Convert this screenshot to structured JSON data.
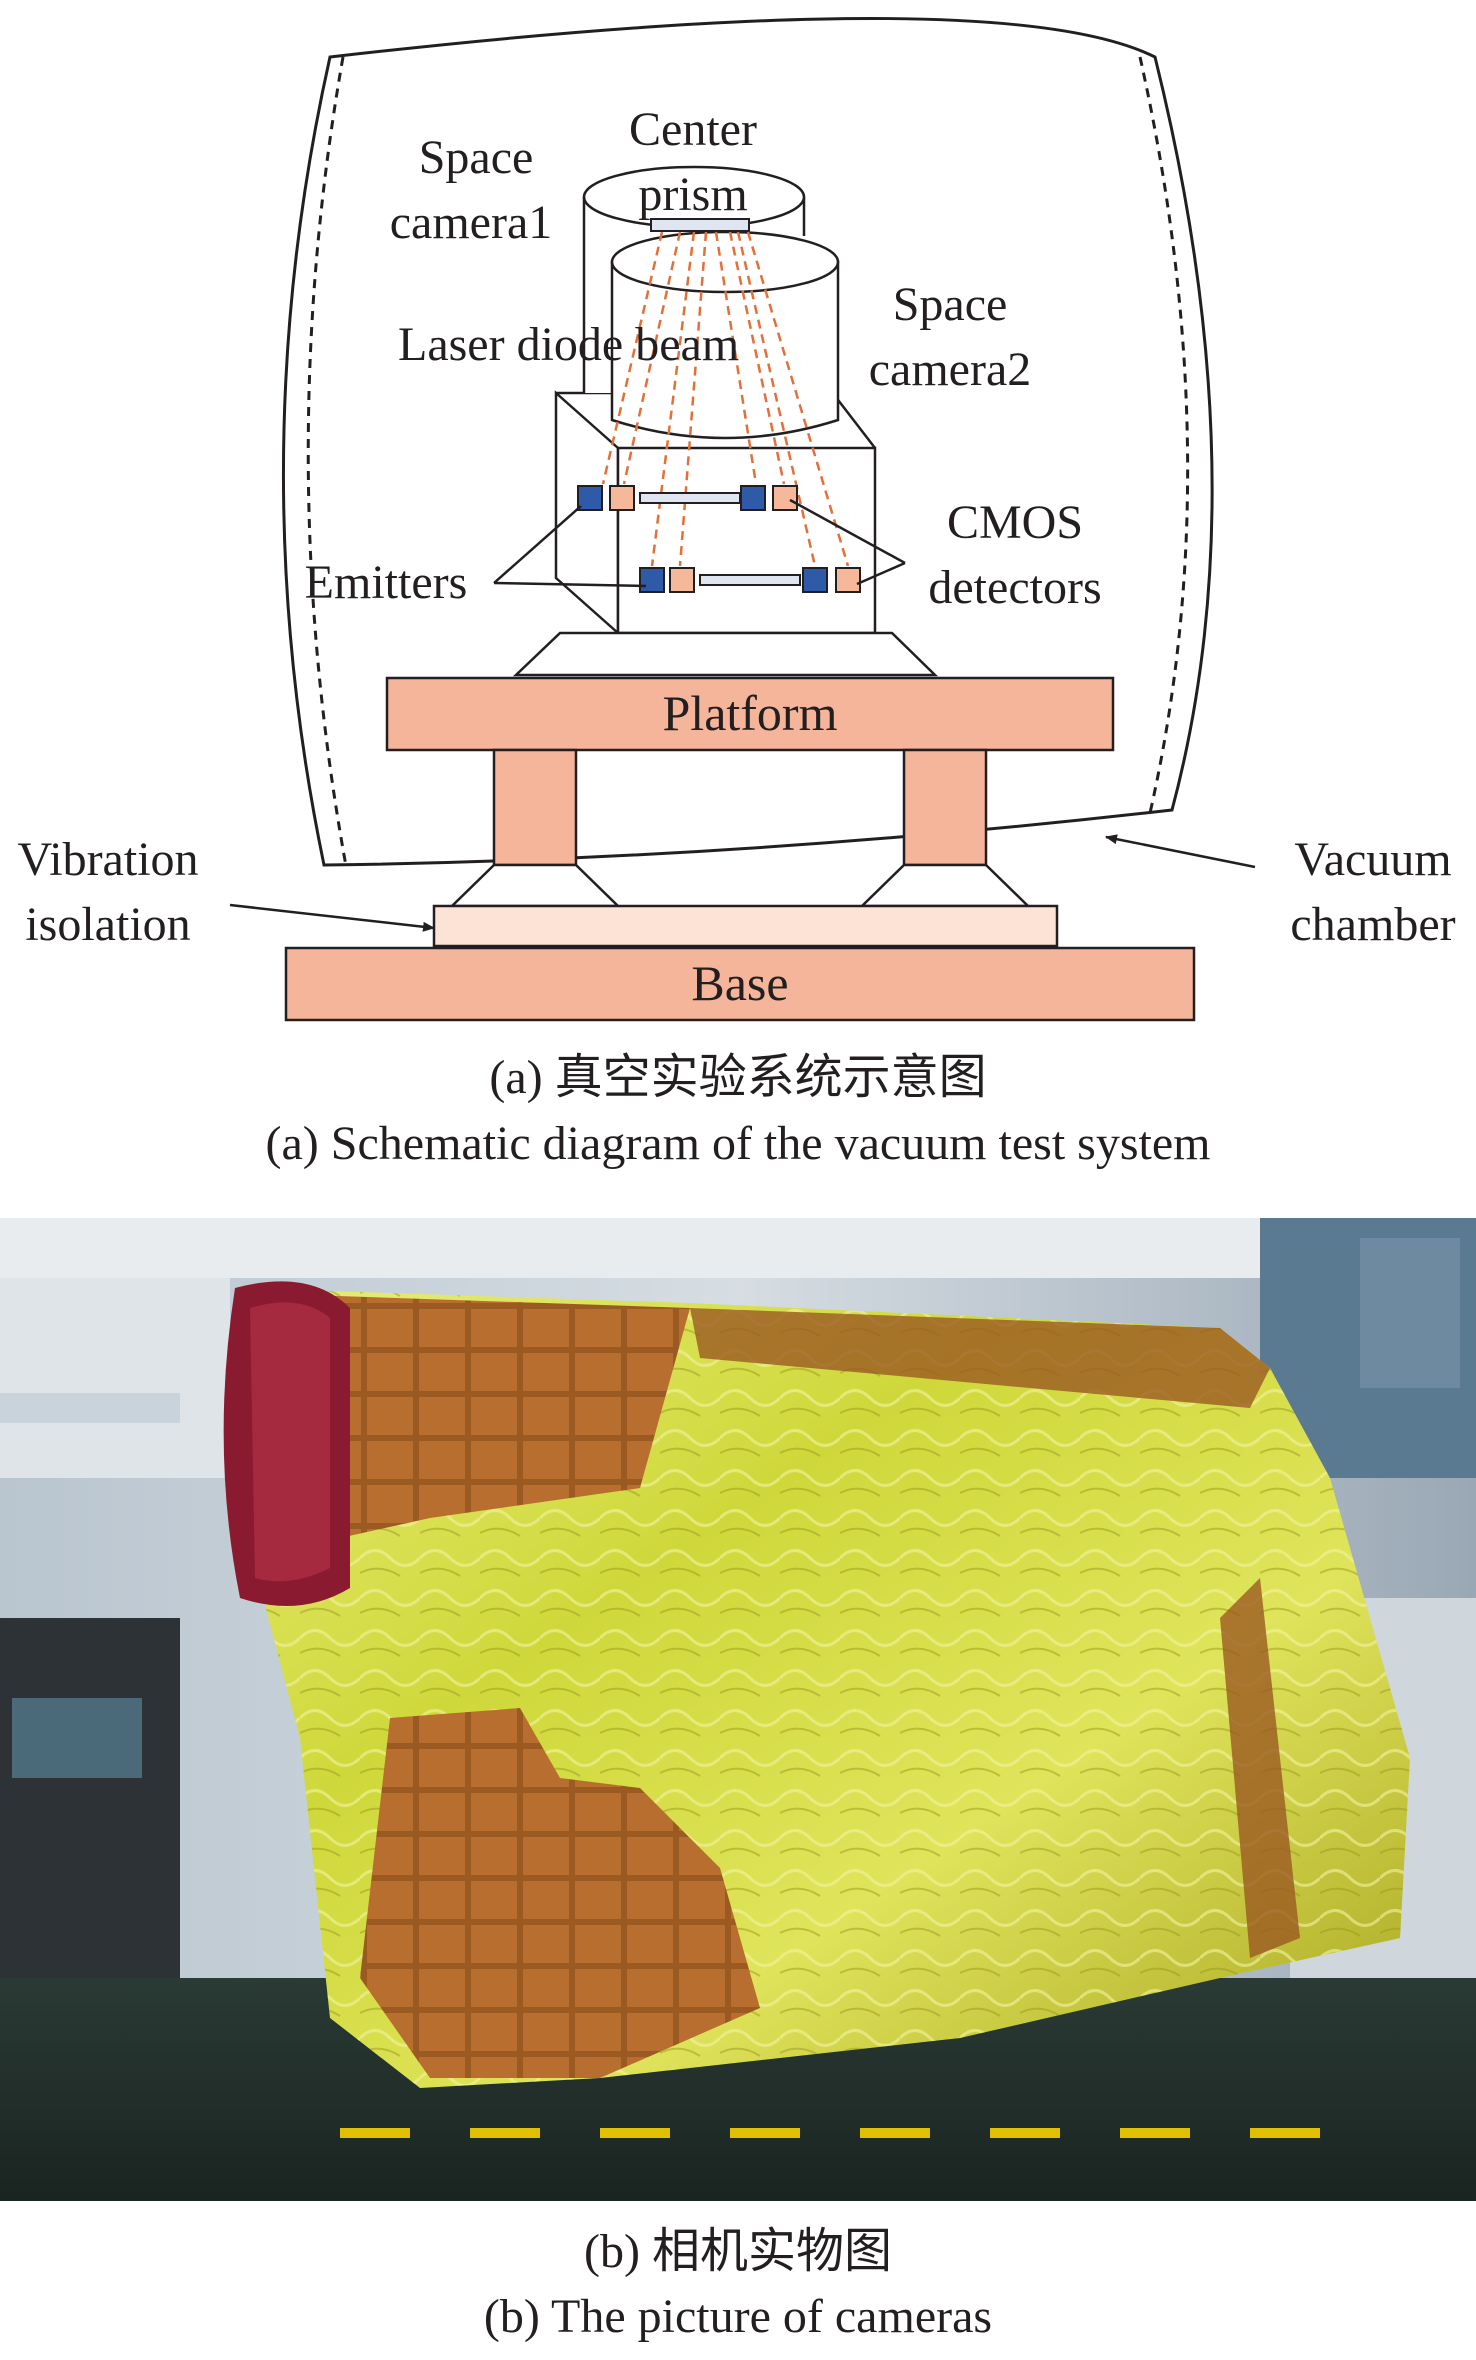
{
  "figure_a": {
    "labels": {
      "center_prism": [
        "Center",
        "prism"
      ],
      "space_camera1": [
        "Space",
        "camera1"
      ],
      "space_camera2": [
        "Space",
        "camera2"
      ],
      "laser_diode_beam": "Laser diode beam",
      "cmos_detectors": [
        "CMOS",
        "detectors"
      ],
      "emitters": "Emitters",
      "platform": "Platform",
      "vibration_isolation": [
        "Vibration",
        "isolation"
      ],
      "vacuum_chamber": [
        "Vacuum",
        "chamber"
      ],
      "base": "Base"
    },
    "caption_cn": "(a) 真空实验系统示意图",
    "caption_en": "(a) Schematic diagram of the vacuum test system",
    "colors": {
      "block_fill": "#f4b59a",
      "isolation_fill": "#fde3d6",
      "emitter_fill": "#2e5aa8",
      "detector_fill": "#f6b89a",
      "beam": "#e2703a",
      "outline": "#231f20"
    }
  },
  "figure_b": {
    "caption_cn": "(b) 相机实物图",
    "caption_en": "(b) The picture of cameras"
  }
}
